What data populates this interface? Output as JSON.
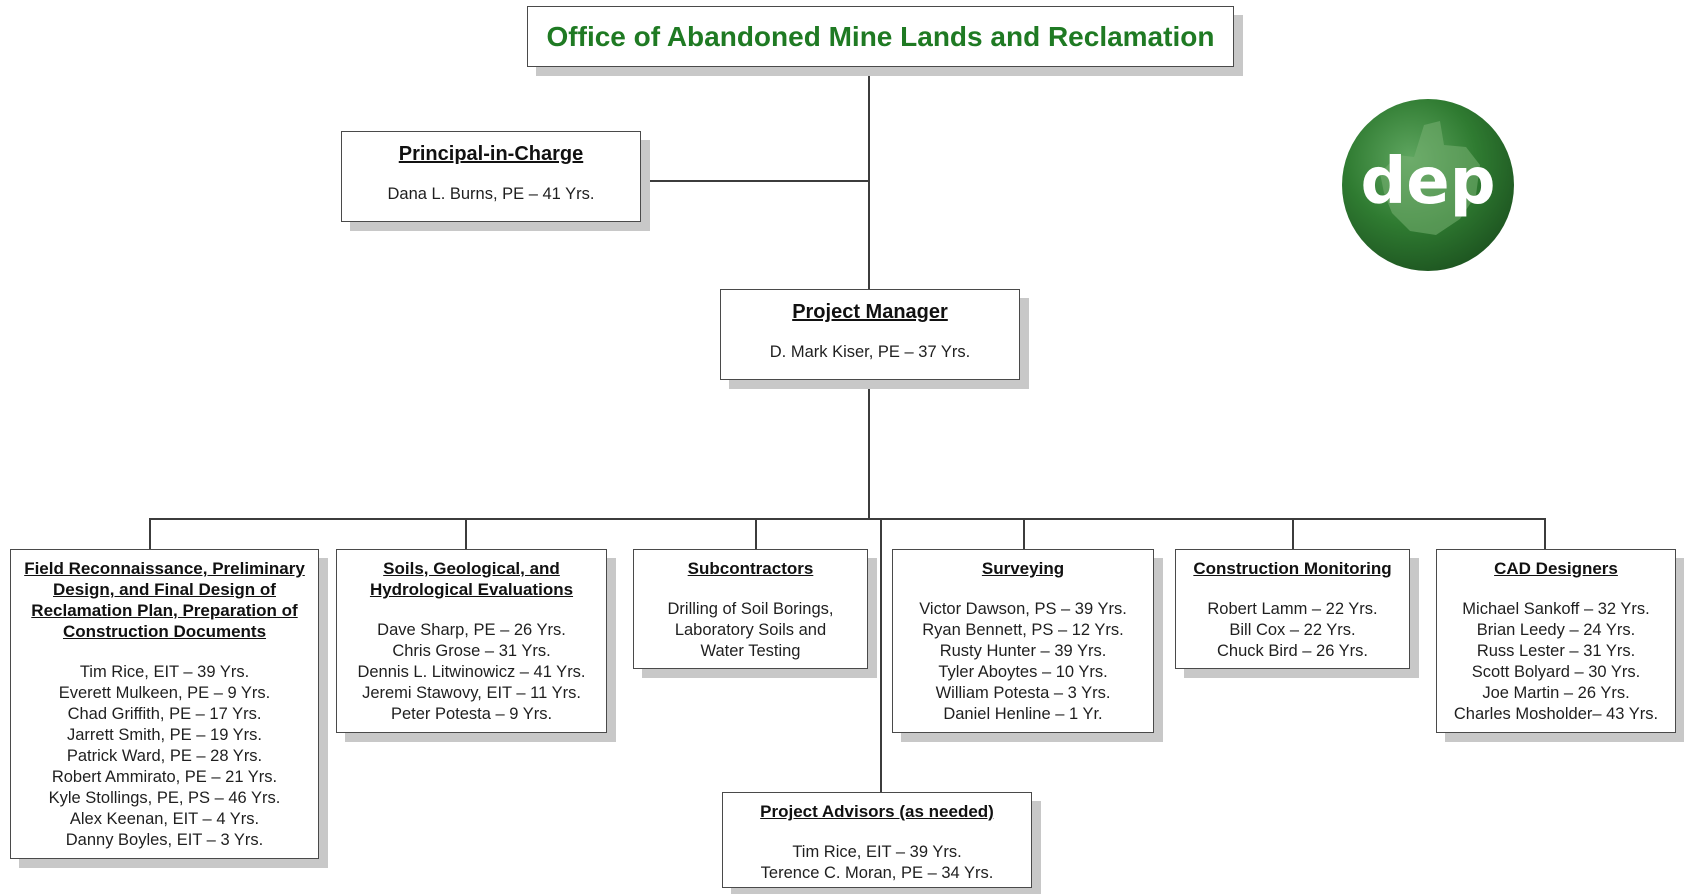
{
  "header": {
    "title": "Office of Abandoned Mine Lands and Reclamation",
    "title_color": "#1f7a23"
  },
  "logo": {
    "text": "dep",
    "icon": "dep-logo-icon",
    "color": "#2a6b2d"
  },
  "principal": {
    "title": "Principal-in-Charge",
    "body": "Dana L. Burns, PE – 41 Yrs."
  },
  "manager": {
    "title": "Project Manager",
    "body": "D. Mark Kiser, PE – 37 Yrs."
  },
  "teams": [
    {
      "title": "Field Reconnaissance, Preliminary\nDesign, and Final Design of\nReclamation Plan, Preparation of\nConstruction Documents",
      "body": "Tim Rice, EIT – 39 Yrs.\nEverett Mulkeen, PE – 9 Yrs.\nChad Griffith, PE – 17 Yrs.\nJarrett Smith, PE – 19 Yrs.\nPatrick Ward, PE – 28 Yrs.\nRobert Ammirato, PE – 21 Yrs.\nKyle Stollings, PE, PS – 46 Yrs.\nAlex Keenan, EIT – 4 Yrs.\nDanny Boyles, EIT – 3 Yrs."
    },
    {
      "title": "Soils, Geological, and\nHydrological Evaluations",
      "body": "Dave Sharp, PE – 26 Yrs.\nChris Grose – 31 Yrs.\nDennis L. Litwinowicz – 41 Yrs.\nJeremi Stawovy, EIT – 11 Yrs.\nPeter Potesta – 9 Yrs."
    },
    {
      "title": "Subcontractors",
      "body": "Drilling of Soil Borings,\nLaboratory Soils and\nWater Testing"
    },
    {
      "title": "Surveying",
      "body": "Victor Dawson, PS – 39 Yrs.\nRyan Bennett, PS – 12 Yrs.\nRusty Hunter – 39 Yrs.\nTyler Aboytes – 10 Yrs.\nWilliam Potesta – 3 Yrs.\nDaniel Henline – 1 Yr."
    },
    {
      "title": "Construction Monitoring",
      "body": "Robert Lamm – 22 Yrs.\nBill Cox – 22 Yrs.\nChuck Bird – 26 Yrs."
    },
    {
      "title": "CAD Designers",
      "body": "Michael Sankoff – 32 Yrs.\nBrian Leedy – 24 Yrs.\nRuss Lester – 31 Yrs.\nScott Bolyard – 30 Yrs.\nJoe Martin – 26 Yrs.\nCharles Mosholder– 43 Yrs."
    }
  ],
  "advisors": {
    "title": "Project Advisors (as needed)",
    "body": "Tim Rice, EIT – 39 Yrs.\nTerence C. Moran, PE – 34 Yrs."
  }
}
